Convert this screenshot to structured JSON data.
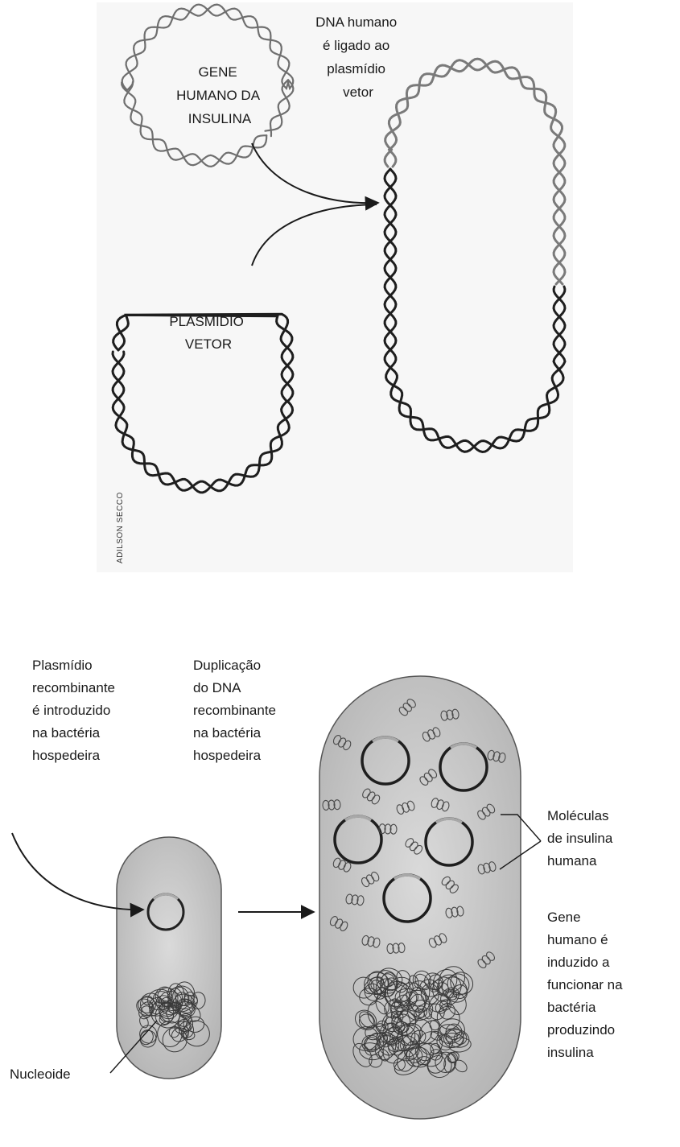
{
  "top_panel": {
    "gene_label": [
      "GENE",
      "HUMANO DA",
      "INSULINA"
    ],
    "plasmid_label": [
      "PLASMÍDIO",
      "VETOR"
    ],
    "ligation_label": [
      "DNA humano",
      "é ligado ao",
      "plasmídio",
      "vetor"
    ],
    "credit": "ADILSON SECCO"
  },
  "bottom_panel": {
    "introduction_label": [
      "Plasmídio",
      "recombinante",
      "é introduzido",
      "na bactéria",
      "hospedeira"
    ],
    "duplication_label": [
      "Duplicação",
      "do DNA",
      "recombinante",
      "na bactéria",
      "hospedeira"
    ],
    "insulin_label": [
      "Moléculas",
      "de insulina",
      "humana"
    ],
    "gene_expression_label": [
      "Gene",
      "humano é",
      "induzido a",
      "funcionar na",
      "bactéria",
      "produzindo",
      "insulina"
    ],
    "nucleoid_label": "Nucleoide"
  }
}
